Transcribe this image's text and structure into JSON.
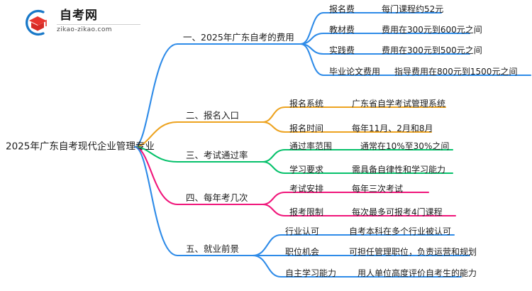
{
  "logo": {
    "name_cn": "自考网",
    "url": "zikao-zikao.com",
    "mark_arc_color": "#1878c8",
    "mark_cap_color": "#e03030"
  },
  "mindmap": {
    "root": {
      "label": "2025年广东自考现代企业管理专业"
    },
    "colors": {
      "blue": "#2e8be8",
      "orange": "#eda320",
      "green": "#06c16b",
      "pink": "#f0157a"
    },
    "branches": [
      {
        "label": "一、2025年广东自考的费用",
        "color": "#2e8be8",
        "children": [
          {
            "key": "报名费",
            "value": "每门课程约52元"
          },
          {
            "key": "教材费",
            "value": "费用在300元到600元之间"
          },
          {
            "key": "实践费",
            "value": "费用在300元到500元之间"
          },
          {
            "key": "毕业论文费用",
            "value": "指导费用在800元到1500元之间"
          }
        ]
      },
      {
        "label": "二、报名入口",
        "color": "#eda320",
        "children": [
          {
            "key": "报名系统",
            "value": "广东省自学考试管理系统"
          },
          {
            "key": "报名时间",
            "value": "每年11月、2月和8月"
          }
        ]
      },
      {
        "label": "三、考试通过率",
        "color": "#06c16b",
        "children": [
          {
            "key": "通过率范围",
            "value": "通常在10%至30%之间"
          },
          {
            "key": "学习要求",
            "value": "需具备自律性和学习能力"
          }
        ]
      },
      {
        "label": "四、每年考几次",
        "color": "#f0157a",
        "children": [
          {
            "key": "考试安排",
            "value": "每年三次考试"
          },
          {
            "key": "报考限制",
            "value": "每次最多可报考4门课程"
          }
        ]
      },
      {
        "label": "五、就业前景",
        "color": "#2e8be8",
        "children": [
          {
            "key": "行业认可",
            "value": "自考本科在多个行业被认可"
          },
          {
            "key": "职位机会",
            "value": "可担任管理职位，负责运营和规划"
          },
          {
            "key": "自主学习能力",
            "value": "用人单位高度评价自考生的能力"
          }
        ]
      }
    ]
  }
}
